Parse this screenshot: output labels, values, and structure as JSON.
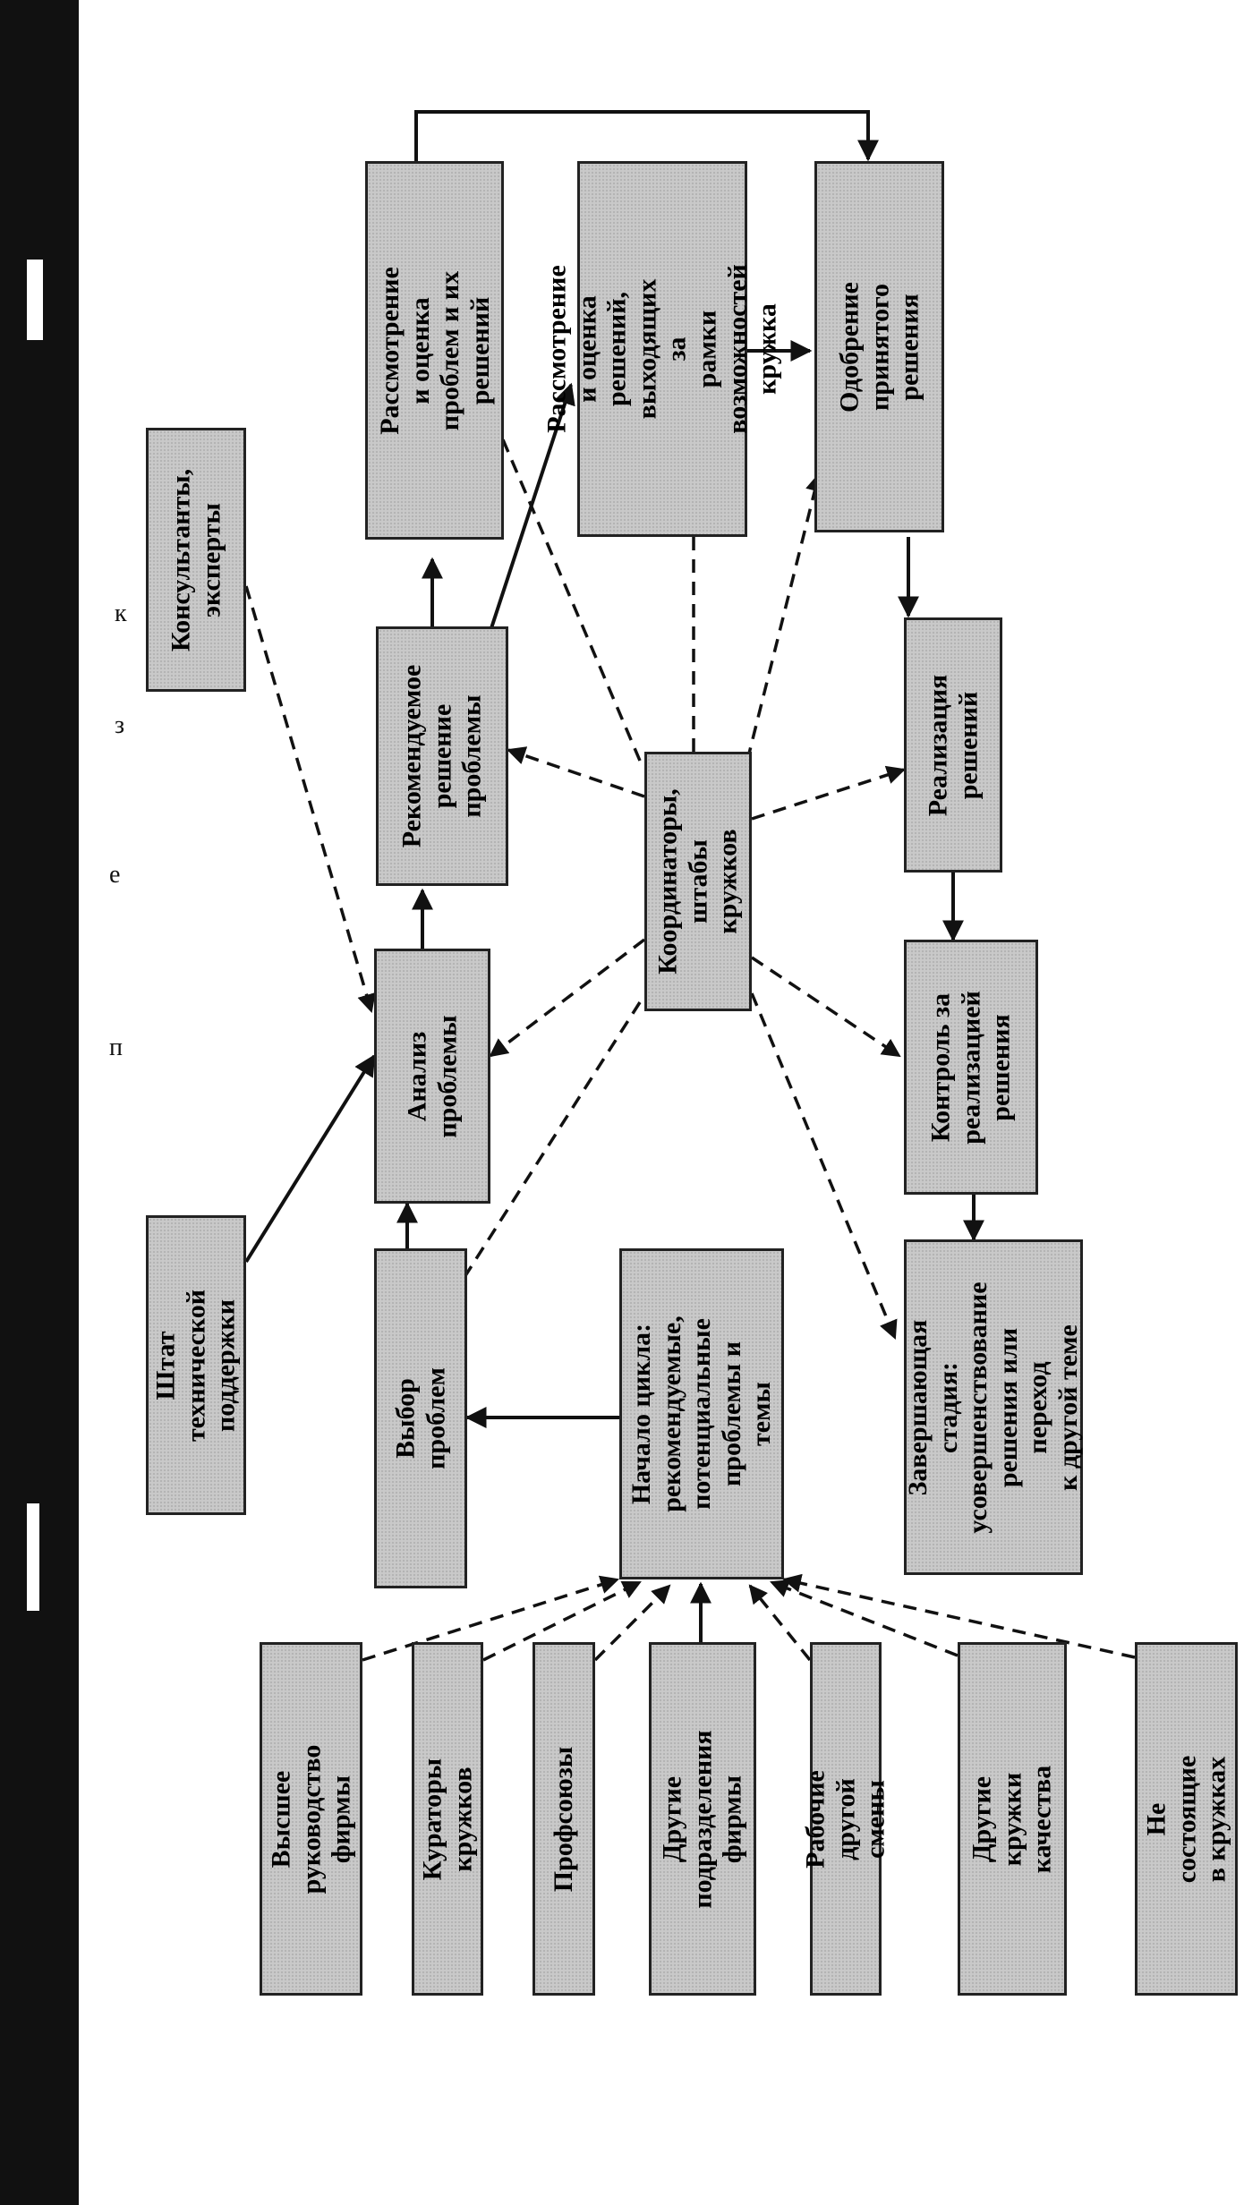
{
  "diagram": {
    "nodes": {
      "start": "Начало цикла:\nрекомендуемые,\nпотенциальные\nпроблемы и темы",
      "select": "Выбор проблем",
      "analysis": "Анализ проблемы",
      "recommended": "Рекомендуемое\nрешение\nпроблемы",
      "review": "Рассмотрение и оценка\nпроблем и их решений",
      "review_beyond": "Рассмотрение и оценка\nрешений, выходящих за\nрамки возможностей\nкружка",
      "approval": "Одобрение принятого\nрешения",
      "implementation": "Реализация\nрешений",
      "control": "Контроль за\nреализацией\nрешения",
      "final": "Завершающая стадия:\nусовершенствование\nрешения или переход\nк другой теме",
      "coordinators": "Координаторы,\nштабы кружков",
      "consultants": "Консультанты,\nэксперты",
      "tech_support": "Штат технической\nподдержки"
    },
    "sources": [
      "Высшее руководство\nфирмы",
      "Кураторы кружков",
      "Профсоюзы",
      "Другие подразделения\nфирмы",
      "Рабочие другой смены",
      "Другие кружки\nкачества",
      "Не состоящие\nв кружках"
    ],
    "margin_marks": [
      "к",
      "з",
      "е",
      "п"
    ]
  }
}
